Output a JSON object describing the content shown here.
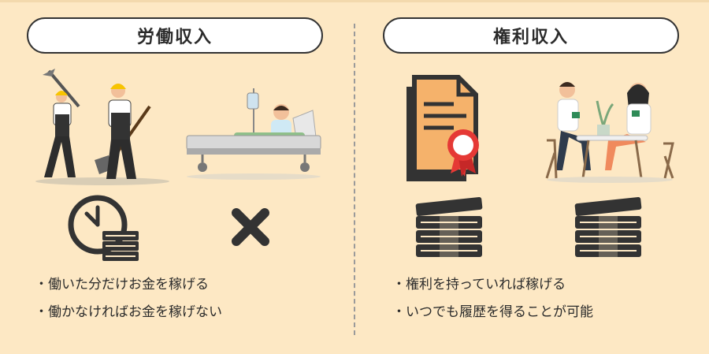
{
  "left": {
    "title": "労働収入",
    "bullets": [
      "・働いた分だけお金を稼げる",
      "・働かなければお金を稼げない"
    ]
  },
  "right": {
    "title": "権利収入",
    "bullets": [
      "・権利を持っていれば稼げる",
      "・いつでも履歴を得ることが可能"
    ]
  },
  "icons": [
    "workers-with-tools-icon",
    "hospital-bed-patient-icon",
    "clock-icon",
    "money-stack-icon",
    "cross-icon",
    "certificate-document-icon",
    "couple-at-cafe-icon"
  ],
  "colors": {
    "background": "#fde8c4",
    "doc": "#f5b26b",
    "ribbon": "#e53935",
    "dark": "#333333"
  }
}
